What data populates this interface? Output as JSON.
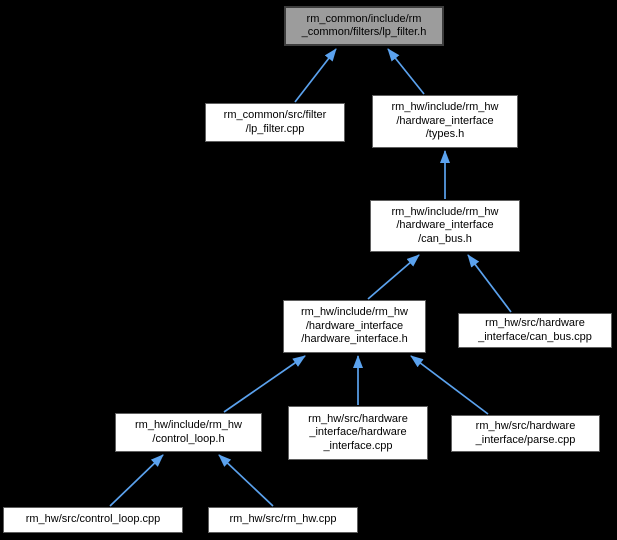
{
  "diagram": {
    "kind": "include-dependency-graph",
    "root_file": "rm_common/include/rm_common/filters/lp_filter.h"
  },
  "colors": {
    "background": "#000000",
    "edge": "#5ba2ee",
    "node_fill": "#ffffff",
    "node_border": "#5f5f5f",
    "root_node_fill": "#9c9c9c",
    "root_node_border": "#3d3d3d",
    "text": "#000000"
  },
  "nodes": [
    {
      "id": "lp_filter_h",
      "lines": [
        "rm_common/include/rm",
        "_common/filters/lp_filter.h"
      ],
      "highlight": true
    },
    {
      "id": "lp_filter_cpp",
      "lines": [
        "rm_common/src/filter",
        "/lp_filter.cpp"
      ]
    },
    {
      "id": "types_h",
      "lines": [
        "rm_hw/include/rm_hw",
        "/hardware_interface",
        "/types.h"
      ]
    },
    {
      "id": "can_bus_h",
      "lines": [
        "rm_hw/include/rm_hw",
        "/hardware_interface",
        "/can_bus.h"
      ]
    },
    {
      "id": "hardware_interface_h",
      "lines": [
        "rm_hw/include/rm_hw",
        "/hardware_interface",
        "/hardware_interface.h"
      ]
    },
    {
      "id": "can_bus_cpp",
      "lines": [
        "rm_hw/src/hardware",
        "_interface/can_bus.cpp"
      ]
    },
    {
      "id": "control_loop_h",
      "lines": [
        "rm_hw/include/rm_hw",
        "/control_loop.h"
      ]
    },
    {
      "id": "hardware_interface_cpp",
      "lines": [
        "rm_hw/src/hardware",
        "_interface/hardware",
        "_interface.cpp"
      ]
    },
    {
      "id": "parse_cpp",
      "lines": [
        "rm_hw/src/hardware",
        "_interface/parse.cpp"
      ]
    },
    {
      "id": "control_loop_cpp",
      "lines": [
        "rm_hw/src/control_loop.cpp"
      ]
    },
    {
      "id": "rm_hw_cpp",
      "lines": [
        "rm_hw/src/rm_hw.cpp"
      ]
    }
  ],
  "edges": [
    {
      "from": "lp_filter_cpp",
      "to": "lp_filter_h"
    },
    {
      "from": "types_h",
      "to": "lp_filter_h"
    },
    {
      "from": "can_bus_h",
      "to": "types_h"
    },
    {
      "from": "hardware_interface_h",
      "to": "can_bus_h"
    },
    {
      "from": "can_bus_cpp",
      "to": "can_bus_h"
    },
    {
      "from": "control_loop_h",
      "to": "hardware_interface_h"
    },
    {
      "from": "hardware_interface_cpp",
      "to": "hardware_interface_h"
    },
    {
      "from": "parse_cpp",
      "to": "hardware_interface_h"
    },
    {
      "from": "control_loop_cpp",
      "to": "control_loop_h"
    },
    {
      "from": "rm_hw_cpp",
      "to": "control_loop_h"
    }
  ]
}
